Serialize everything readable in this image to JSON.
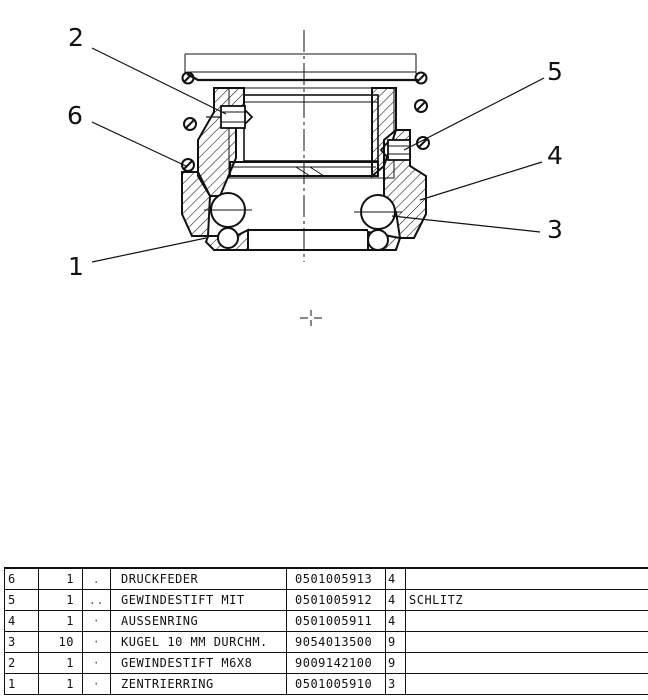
{
  "callouts": [
    "2",
    "5",
    "6",
    "4",
    "3",
    "1"
  ],
  "parts_list": {
    "rows": [
      {
        "pos": "6",
        "qty": "1",
        "mark": ".",
        "name": "DRUCKFEDER",
        "number": "0501005913",
        "sheet": "4",
        "note": ""
      },
      {
        "pos": "5",
        "qty": "1",
        "mark": "..",
        "name": "GEWINDESTIFT MIT",
        "number": "0501005912",
        "sheet": "4",
        "note": "SCHLITZ"
      },
      {
        "pos": "4",
        "qty": "1",
        "mark": "·",
        "name": "AUSSENRING",
        "number": "0501005911",
        "sheet": "4",
        "note": ""
      },
      {
        "pos": "3",
        "qty": "10",
        "mark": "·",
        "name": "KUGEL 10 MM DURCHM.",
        "number": "9054013500",
        "sheet": "9",
        "note": ""
      },
      {
        "pos": "2",
        "qty": "1",
        "mark": "·",
        "name": "GEWINDESTIFT M6X8",
        "number": "9009142100",
        "sheet": "9",
        "note": ""
      },
      {
        "pos": "1",
        "qty": "1",
        "mark": "·",
        "name": "ZENTRIERRING",
        "number": "0501005910",
        "sheet": "3",
        "note": ""
      }
    ]
  }
}
